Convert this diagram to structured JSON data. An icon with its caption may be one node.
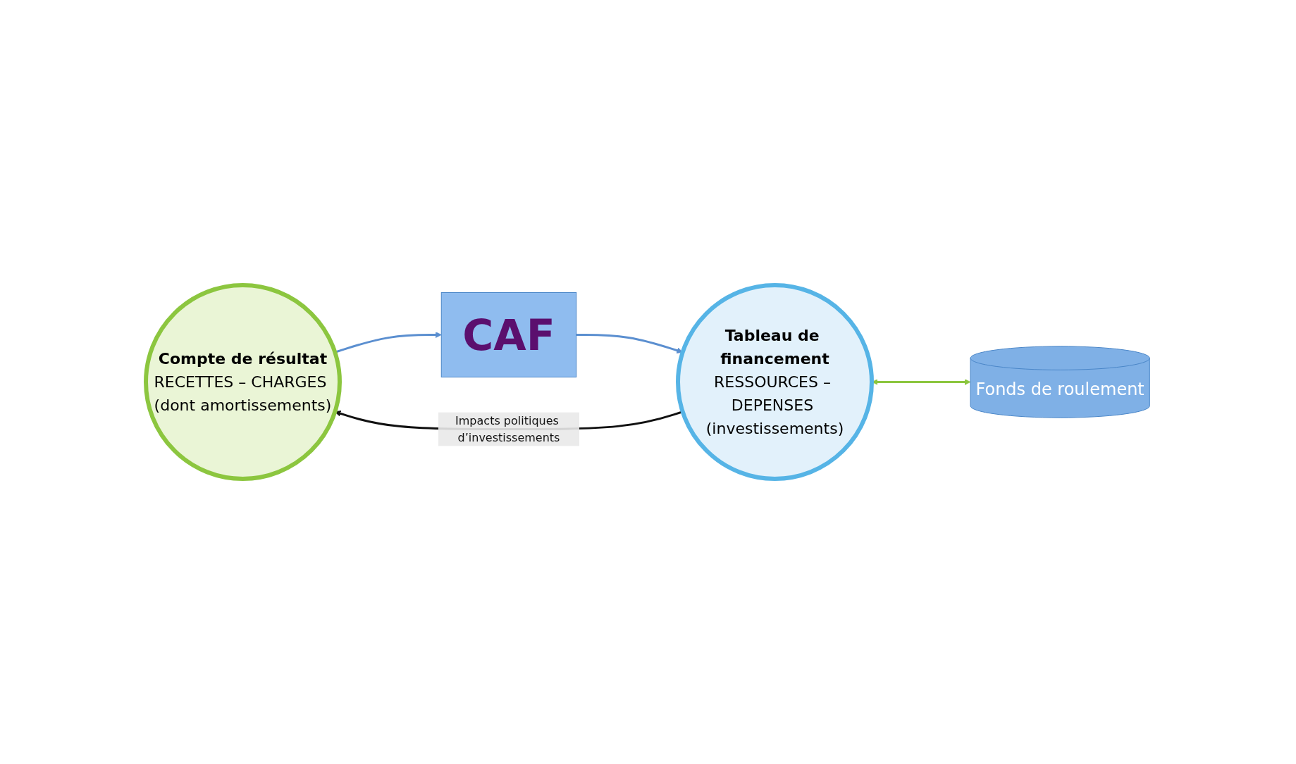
{
  "diagram": {
    "nodes": [
      {
        "text": [
          "Compte de résultat",
          "RECETTES – CHARGES (dont amortissements)"
        ]
      },
      {
        "text": [
          "CAF"
        ]
      },
      {
        "text": [
          "Tableau de financement",
          "RESSOURCES – DEPENSES (investissements)"
        ]
      },
      {
        "text": [
          "Fonds de roulement"
        ]
      }
    ],
    "edges": [
      {
        "from": 0,
        "to": 1,
        "arrow": "to",
        "color": "#5b8fd0"
      },
      {
        "from": 1,
        "to": 2,
        "arrow": "to",
        "color": "#5b8fd0"
      },
      {
        "from": 2,
        "to": 3,
        "arrow": "both",
        "color": "#8cc63f"
      },
      {
        "from": 2,
        "to": 0,
        "arrow": "to",
        "label": "Impacts politiques d’investissements",
        "color": "#111111"
      }
    ]
  }
}
